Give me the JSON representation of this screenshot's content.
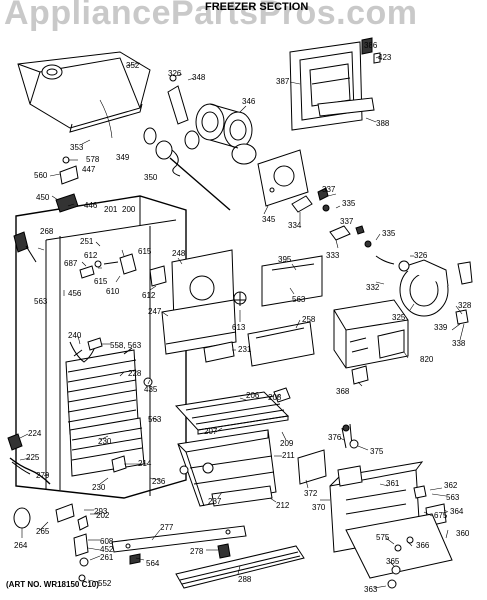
{
  "watermark": "AppliancePartsPros.com",
  "title": "FREEZER SECTION",
  "art_number": "(ART NO. WR18150 C10)",
  "callouts": [
    "352",
    "326",
    "348",
    "386",
    "423",
    "387",
    "388",
    "346",
    "353",
    "349",
    "350",
    "578",
    "447",
    "560",
    "450",
    "446",
    "345",
    "334",
    "337",
    "335",
    "337",
    "335",
    "333",
    "326",
    "332",
    "325",
    "328",
    "339",
    "338",
    "201",
    "200",
    "268",
    "251",
    "687",
    "612",
    "615",
    "610",
    "615",
    "612",
    "248",
    "395",
    "563",
    "613",
    "563",
    "456",
    "247",
    "258",
    "240",
    "558, 563",
    "231",
    "820",
    "228",
    "435",
    "368",
    "206",
    "208",
    "207",
    "209",
    "211",
    "376",
    "375",
    "563",
    "224",
    "230",
    "225",
    "214",
    "236",
    "279",
    "230",
    "237",
    "212",
    "372",
    "361",
    "362",
    "563",
    "370",
    "675",
    "364",
    "293",
    "202",
    "265",
    "264",
    "608",
    "452",
    "261",
    "277",
    "564",
    "278",
    "575",
    "366",
    "360",
    "288",
    "365",
    "552",
    "363"
  ]
}
